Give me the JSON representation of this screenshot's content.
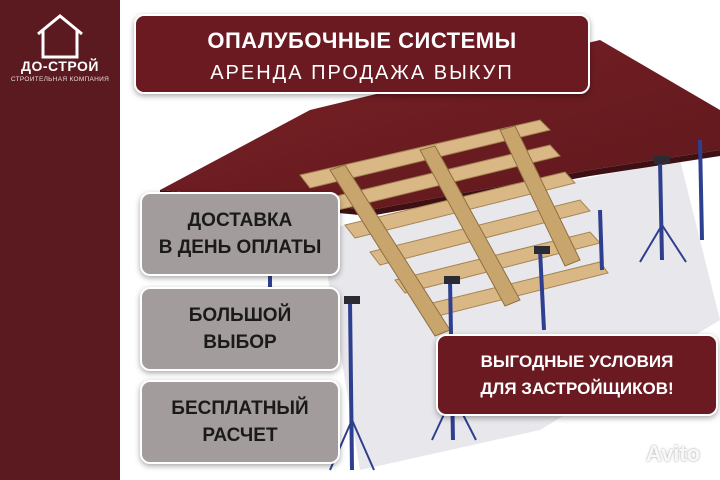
{
  "brand": {
    "name": "ДО-СТРОЙ",
    "tagline": "СТРОИТЕЛЬНАЯ КОМПАНИЯ"
  },
  "banner": {
    "title": "ОПАЛУБОЧНЫЕ СИСТЕМЫ",
    "subtitle": "АРЕНДА  ПРОДАЖА  ВЫКУП"
  },
  "features": [
    {
      "line1": "ДОСТАВКА",
      "line2": "В ДЕНЬ ОПЛАТЫ"
    },
    {
      "line1": "БОЛЬШОЙ",
      "line2": "ВЫБОР"
    },
    {
      "line1": "БЕСПЛАТНЫЙ",
      "line2": "РАСЧЕТ"
    }
  ],
  "promo": {
    "line1": "ВЫГОДНЫЕ УСЛОВИЯ",
    "line2": "ДЛЯ ЗАСТРОЙЩИКОВ!"
  },
  "watermark": {
    "text": "Avito"
  },
  "colors": {
    "brand_dark": "#5a1a1f",
    "panel_red": "#6b1a21",
    "feature_gray": "#a39c9c",
    "deck": "#6e1e22",
    "timber": "#d9b886",
    "prop_blue": "#2f3f8f"
  }
}
